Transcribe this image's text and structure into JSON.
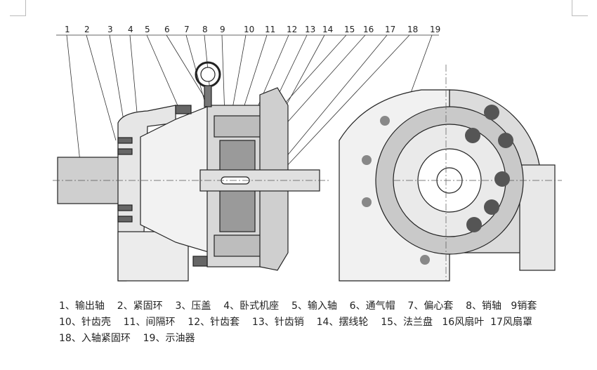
{
  "diagram": {
    "part_numbers": [
      "1",
      "2",
      "3",
      "4",
      "5",
      "6",
      "7",
      "8",
      "9",
      "10",
      "11",
      "12",
      "13",
      "14",
      "15",
      "16",
      "17",
      "18",
      "19"
    ]
  },
  "legend": {
    "line1": [
      "1、输出轴",
      "2、紧固环",
      "3、压盖",
      "4、卧式机座",
      "5、输入轴",
      "6、通气帽",
      "7、偏心套",
      "8、销轴",
      "9销套"
    ],
    "line2": [
      "10、针齿壳",
      "11、间隔环",
      "12、针齿套",
      "13、针齿销",
      "14、摆线轮",
      "15、法兰盘",
      "16风扇叶",
      "17风扇罩"
    ],
    "line3": [
      "18、入轴紧固环",
      "19、示油器"
    ]
  }
}
